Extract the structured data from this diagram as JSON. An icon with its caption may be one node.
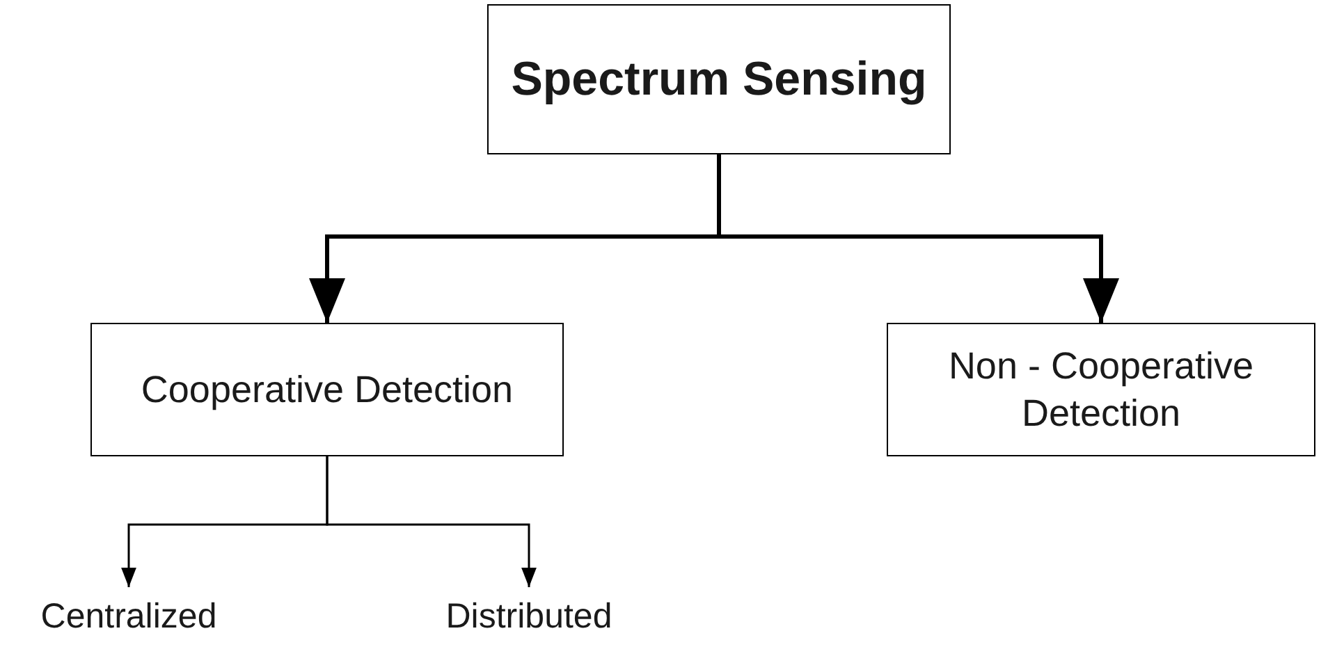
{
  "diagram": {
    "nodes": [
      {
        "text": [
          "Spectrum Sensing"
        ]
      },
      {
        "text": [
          "Cooperative Detection"
        ]
      },
      {
        "text": [
          "Non - Cooperative Detection"
        ]
      },
      {
        "text": [
          "Centralized"
        ]
      },
      {
        "text": [
          "Distributed"
        ]
      }
    ],
    "edges": [
      {
        "from": 0,
        "to": 1,
        "arrow": "to",
        "style": "thick"
      },
      {
        "from": 0,
        "to": 2,
        "arrow": "to",
        "style": "thick"
      },
      {
        "from": 1,
        "to": 3,
        "arrow": "to"
      },
      {
        "from": 1,
        "to": 4,
        "arrow": "to"
      }
    ]
  }
}
